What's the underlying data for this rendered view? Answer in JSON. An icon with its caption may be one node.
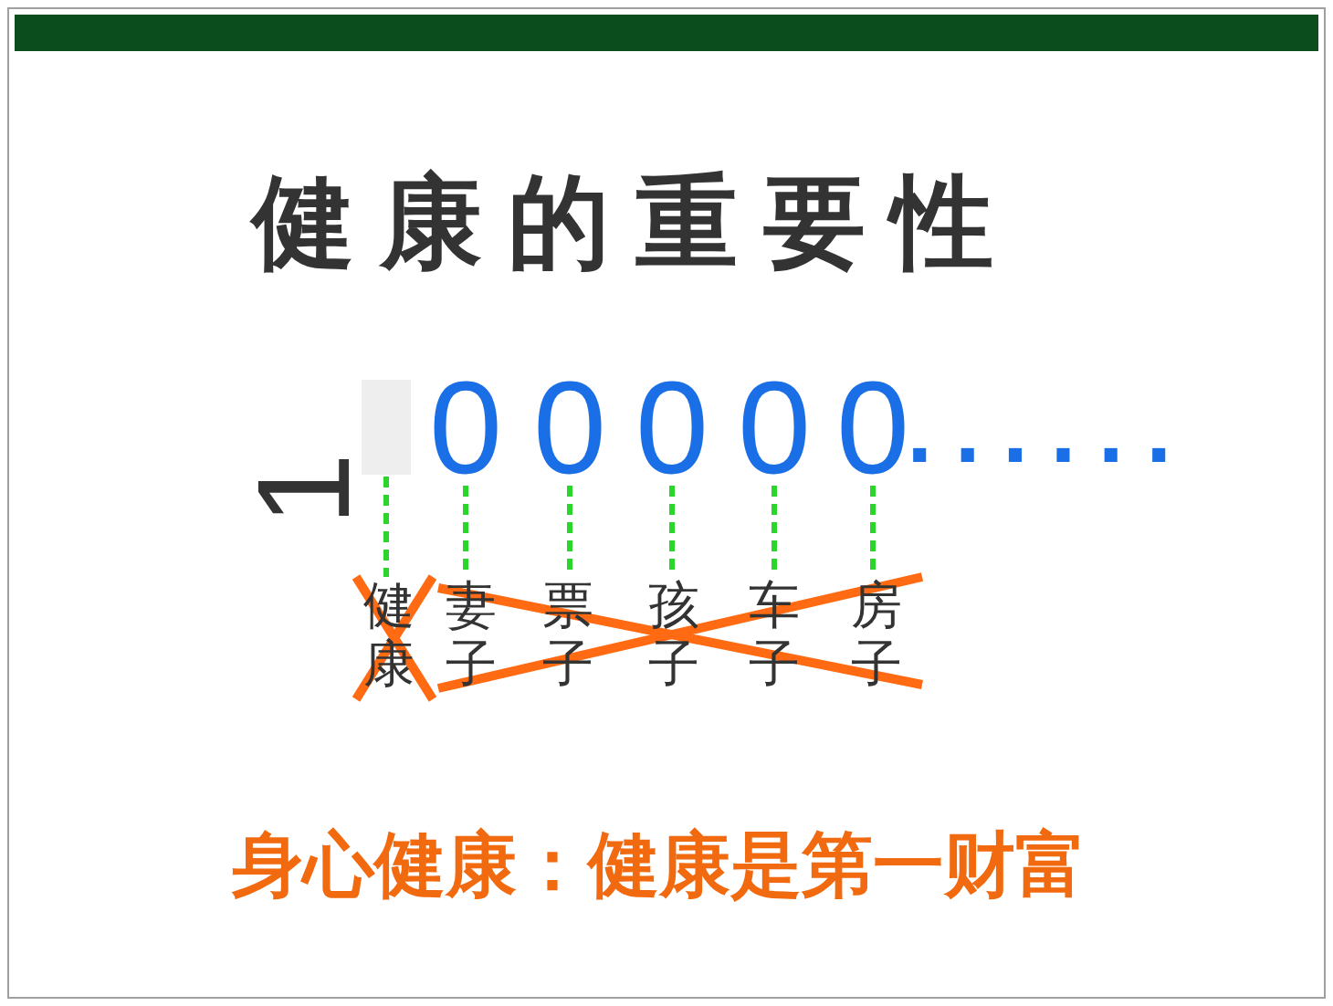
{
  "diagram": {
    "title": "健康的重要性",
    "nodes": [
      {
        "text": [],
        "shape": "box"
      },
      {
        "text": [
          "0"
        ]
      },
      {
        "text": [
          "0"
        ]
      },
      {
        "text": [
          "0"
        ]
      },
      {
        "text": [
          "0"
        ]
      },
      {
        "text": [
          "0"
        ]
      },
      {
        "text": [
          "健康"
        ]
      },
      {
        "text": [
          "妻子"
        ]
      },
      {
        "text": [
          "票子"
        ]
      },
      {
        "text": [
          "孩子"
        ]
      },
      {
        "text": [
          "车子"
        ]
      },
      {
        "text": [
          "房子"
        ]
      }
    ],
    "edges": [
      {
        "from": 0,
        "to": 6,
        "arrow": "none",
        "style": "dashed"
      },
      {
        "from": 1,
        "to": 7,
        "arrow": "none",
        "style": "dashed"
      },
      {
        "from": 2,
        "to": 8,
        "arrow": "none",
        "style": "dashed"
      },
      {
        "from": 3,
        "to": 9,
        "arrow": "none",
        "style": "dashed"
      },
      {
        "from": 4,
        "to": 10,
        "arrow": "none",
        "style": "dashed"
      },
      {
        "from": 5,
        "to": 11,
        "arrow": "none",
        "style": "dashed"
      }
    ],
    "labels": [
      "1",
      "......"
    ],
    "caption": "身心健康：健康是第一财富"
  }
}
